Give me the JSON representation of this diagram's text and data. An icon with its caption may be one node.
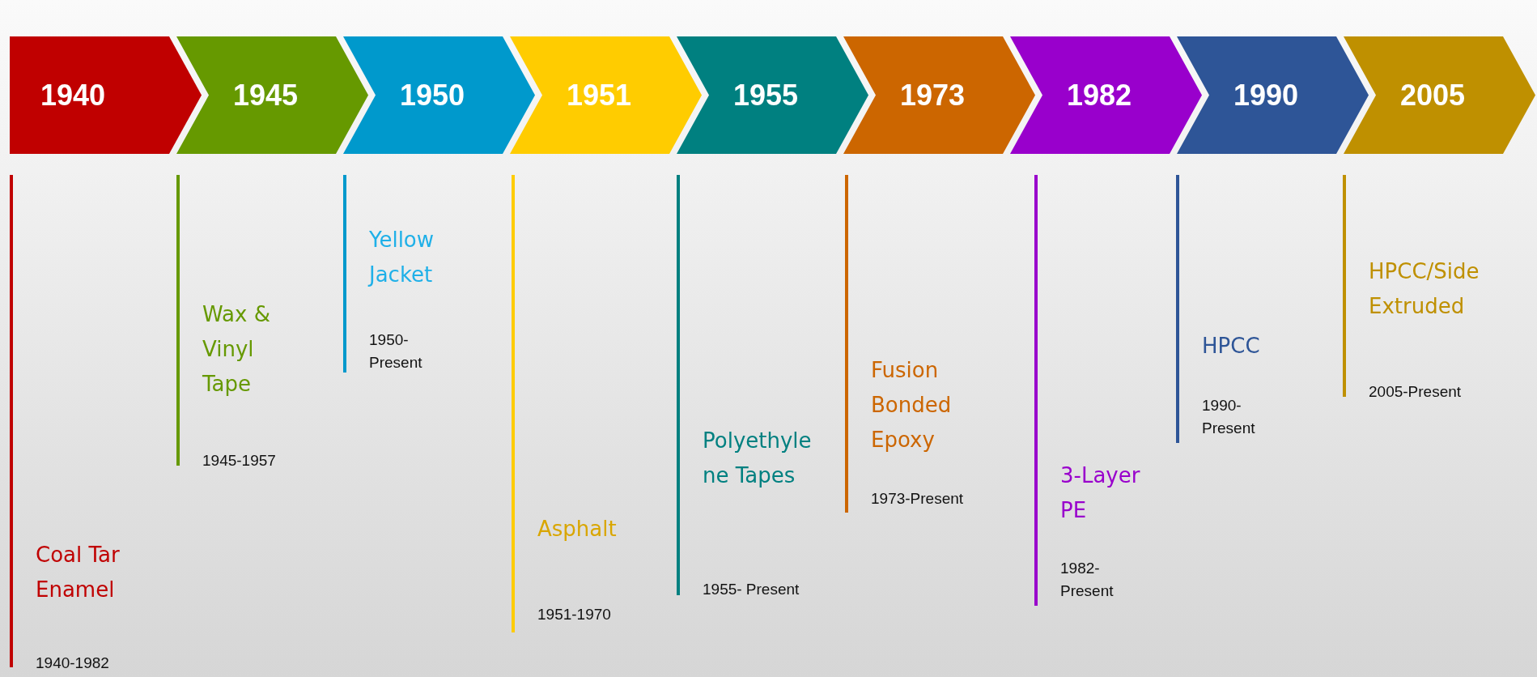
{
  "diagram": {
    "nodes": [
      {
        "text": [
          "1940"
        ]
      },
      {
        "text": [
          "1945"
        ]
      },
      {
        "text": [
          "1950"
        ]
      },
      {
        "text": [
          "1951"
        ]
      },
      {
        "text": [
          "1955"
        ]
      },
      {
        "text": [
          "1973"
        ]
      },
      {
        "text": [
          "1982"
        ]
      },
      {
        "text": [
          "1990"
        ]
      },
      {
        "text": [
          "2005"
        ]
      },
      {
        "text": [
          "Coal Tar Enamel",
          "1940-1982"
        ]
      },
      {
        "text": [
          "Wax & Vinyl Tape",
          "1945-1957"
        ]
      },
      {
        "text": [
          "Yellow Jacket",
          "1950- Present"
        ]
      },
      {
        "text": [
          "Asphalt",
          "1951-1970"
        ]
      },
      {
        "text": [
          "Polyethyle ne Tapes",
          "1955- Present"
        ]
      },
      {
        "text": [
          "Fusion Bonded Epoxy",
          "1973-Present"
        ]
      },
      {
        "text": [
          "3-Layer PE",
          "1982- Present"
        ]
      },
      {
        "text": [
          "HPCC",
          "1990- Present"
        ]
      },
      {
        "text": [
          "HPCC/Side Extruded",
          "2005-Present"
        ]
      }
    ]
  }
}
